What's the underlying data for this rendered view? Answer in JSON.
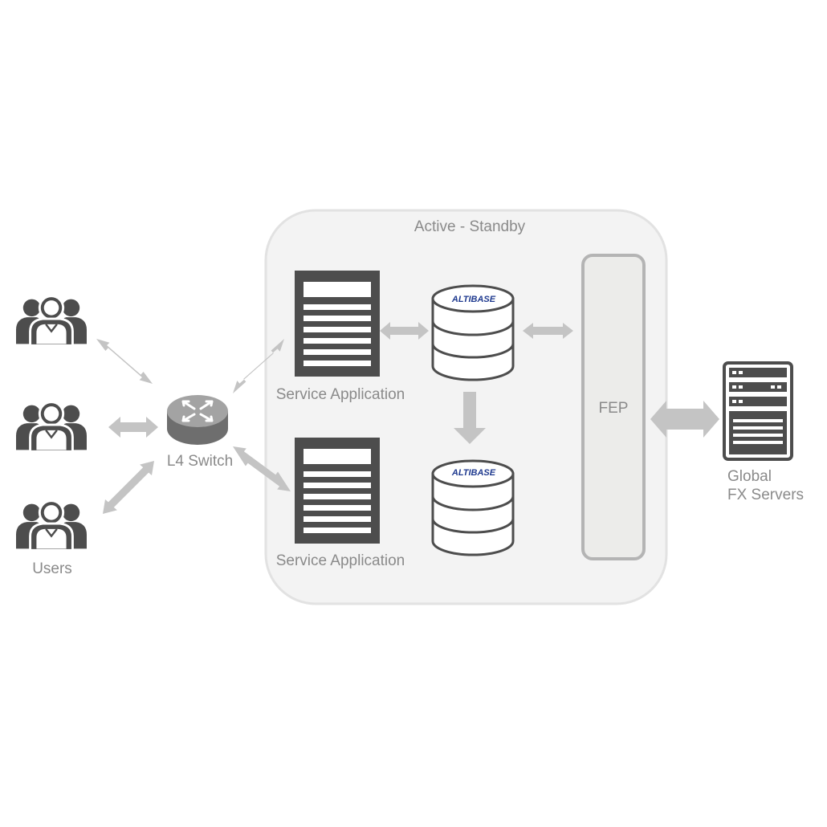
{
  "colors": {
    "background": "#ffffff",
    "panel_fill": "#f3f3f3",
    "panel_stroke": "#e2e2e2",
    "icon_dark": "#4d4d4d",
    "arrow": "#c4c4c4",
    "label": "#8a8a8a",
    "brand_blue": "#1f3a8f",
    "fep_fill": "#ececea",
    "fep_stroke": "#b4b4b4"
  },
  "panel": {
    "title": "Active - Standby"
  },
  "users": {
    "label": "Users",
    "icon": "user-group-icon"
  },
  "switch": {
    "label": "L4 Switch",
    "icon": "router-icon"
  },
  "service_apps": [
    {
      "label": "Service Application",
      "icon": "server-rack-icon"
    },
    {
      "label": "Service Application",
      "icon": "server-rack-icon"
    }
  ],
  "databases": [
    {
      "brand": "ALTIBASE",
      "icon": "database-icon"
    },
    {
      "brand": "ALTIBASE",
      "icon": "database-icon"
    }
  ],
  "fep": {
    "label": "FEP"
  },
  "global_servers": {
    "label_line1": "Global",
    "label_line2": "FX Servers",
    "icon": "server-icon"
  }
}
